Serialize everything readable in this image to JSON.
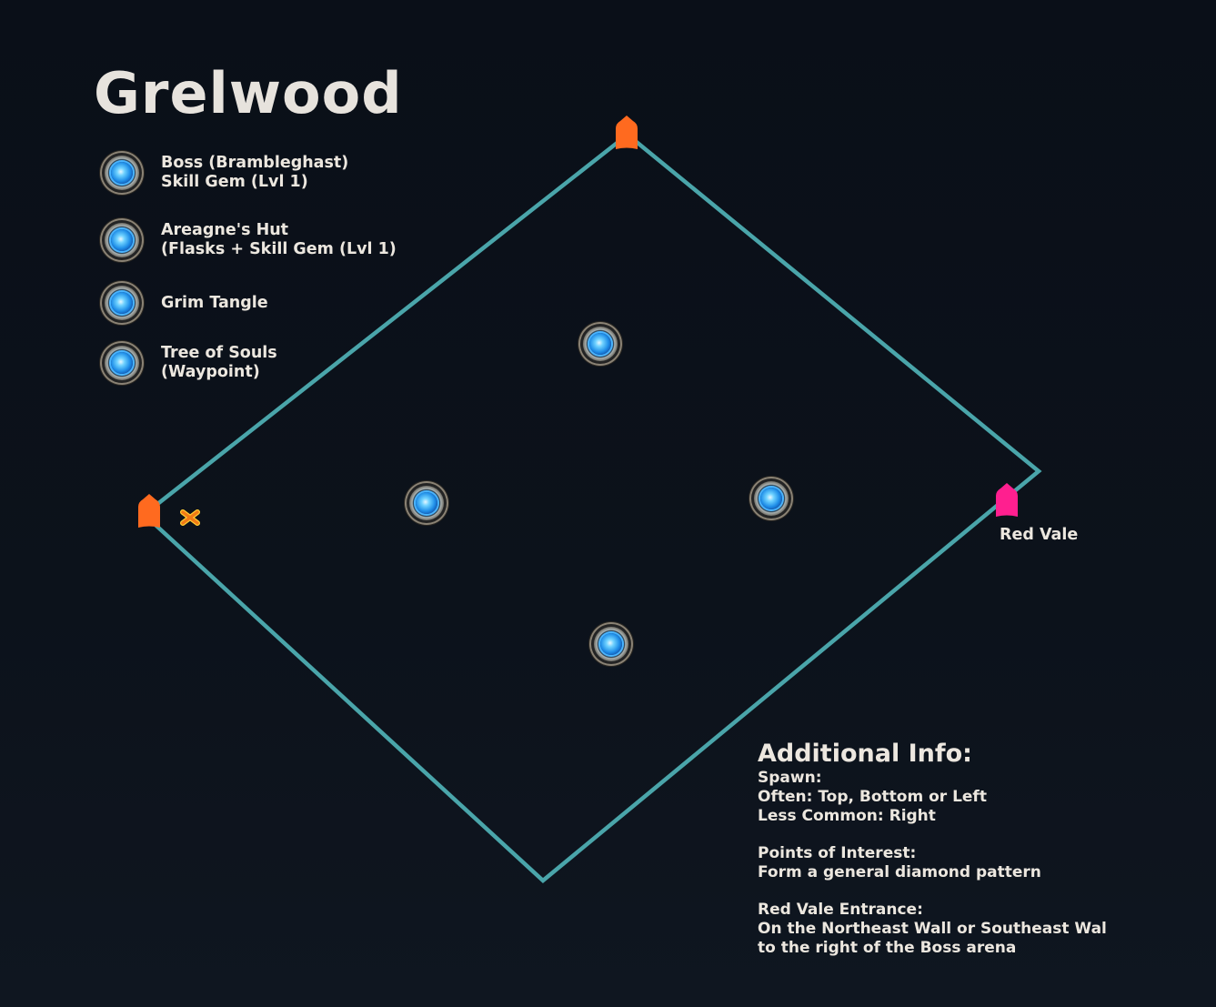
{
  "map": {
    "title": "Grelwood",
    "colors": {
      "background": "#0b111a",
      "boundary": "#4aa5aa",
      "spawn_marker": "#ff6a1f",
      "exit_marker": "#ff1f8f",
      "x_marker": "#f07a15",
      "text": "#ece7df"
    },
    "legend": [
      {
        "icon": "waypoint-orb-icon",
        "text": "Boss (Brambleghast)\nSkill Gem (Lvl 1)"
      },
      {
        "icon": "waypoint-orb-icon",
        "text": "Areagne's Hut\n(Flasks + Skill Gem (Lvl 1)"
      },
      {
        "icon": "waypoint-orb-icon",
        "text": "Grim Tangle"
      },
      {
        "icon": "waypoint-orb-icon",
        "text": "Tree of Souls\n(Waypoint)"
      }
    ],
    "markers": {
      "exit_label": "Red Vale"
    },
    "additional_info": {
      "heading": "Additional Info:",
      "sections": [
        {
          "lines": [
            "Spawn:",
            "Often: Top, Bottom or Left",
            "Less Common: Right"
          ]
        },
        {
          "lines": [
            "Points of Interest:",
            "Form a general diamond pattern"
          ]
        },
        {
          "lines": [
            "Red Vale Entrance:",
            "On the Northeast Wall or Southeast Wal",
            "to the right of the Boss arena"
          ]
        }
      ]
    }
  }
}
